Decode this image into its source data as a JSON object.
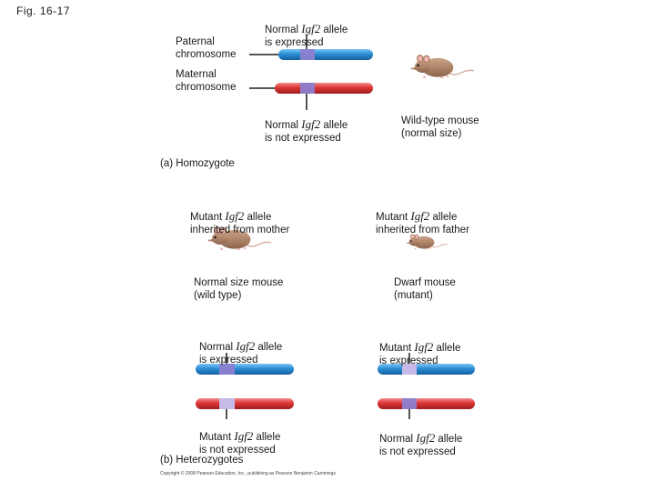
{
  "figure_label": "Fig. 16-17",
  "colors": {
    "paternal_chromosome": "#2b8fd6",
    "maternal_chromosome": "#dc3535",
    "normal_band": "#8c7fd0",
    "mutant_band": "#c7b9e8",
    "mouse_body": "#b38a6e",
    "mouse_ear": "#f2b8b5"
  },
  "homozygote": {
    "normal_expressed": {
      "pre": "Normal ",
      "gene": "Igf2",
      "post": " allele\nis expressed"
    },
    "paternal_label": "Paternal\nchromosome",
    "maternal_label": "Maternal\nchromosome",
    "normal_not_expressed": {
      "pre": "Normal ",
      "gene": "Igf2",
      "post": " allele\nis not expressed"
    },
    "mouse_label": "Wild-type mouse\n(normal size)",
    "mouse_icon": "mouse-icon",
    "section_title": "(a) Homozygote"
  },
  "heterozygotes": {
    "left": {
      "inherit": {
        "pre": "Mutant ",
        "gene": "Igf2",
        "post": " allele\ninherited from mother"
      },
      "mouse_label": "Normal size mouse\n(wild type)",
      "top_allele": {
        "pre": "Normal ",
        "gene": "Igf2",
        "post": " allele\nis expressed"
      },
      "bottom_allele": {
        "pre": "Mutant ",
        "gene": "Igf2",
        "post": " allele\nis not expressed"
      }
    },
    "right": {
      "inherit": {
        "pre": "Mutant ",
        "gene": "Igf2",
        "post": " allele\ninherited from father"
      },
      "mouse_label": "Dwarf mouse\n(mutant)",
      "top_allele": {
        "pre": "Mutant ",
        "gene": "Igf2",
        "post": " allele\nis expressed"
      },
      "bottom_allele": {
        "pre": "Normal ",
        "gene": "Igf2",
        "post": " allele\nis not expressed"
      }
    },
    "section_title": "(b) Heterozygotes"
  },
  "copyright": "Copyright © 2008 Pearson Education, Inc., publishing as Pearson Benjamin Cummings."
}
